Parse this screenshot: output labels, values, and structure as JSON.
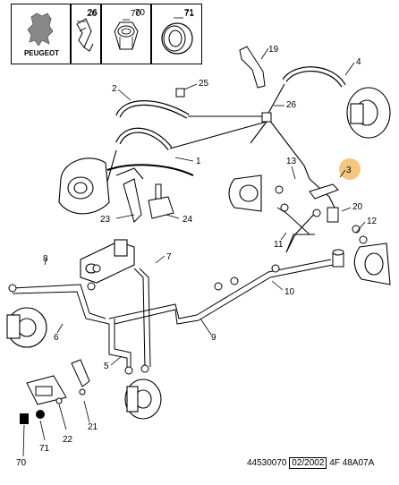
{
  "brand": {
    "name": "PEUGEOT"
  },
  "header_parts": [
    {
      "callout": "26",
      "icon": "hose-clip-icon"
    },
    {
      "callout": "70",
      "icon": "hex-nut-icon"
    },
    {
      "callout": "71",
      "icon": "washer-icon"
    }
  ],
  "callouts": {
    "c1": "1",
    "c2": "2",
    "c3": "3",
    "c4": "4",
    "c5": "5",
    "c6": "6",
    "c7": "7",
    "c8": "8",
    "c9": "9",
    "c10": "10",
    "c11": "11",
    "c12": "12",
    "c13": "13",
    "c19": "19",
    "c20": "20",
    "c21": "21",
    "c22": "22",
    "c23": "23",
    "c24": "24",
    "c25": "25",
    "c26": "26",
    "c70": "70",
    "c71": "71"
  },
  "highlight": {
    "callout": "3",
    "color": "#f5c77e"
  },
  "footer": {
    "ref": "44530070",
    "date": "02/2002",
    "code": "4F 48A07A"
  }
}
